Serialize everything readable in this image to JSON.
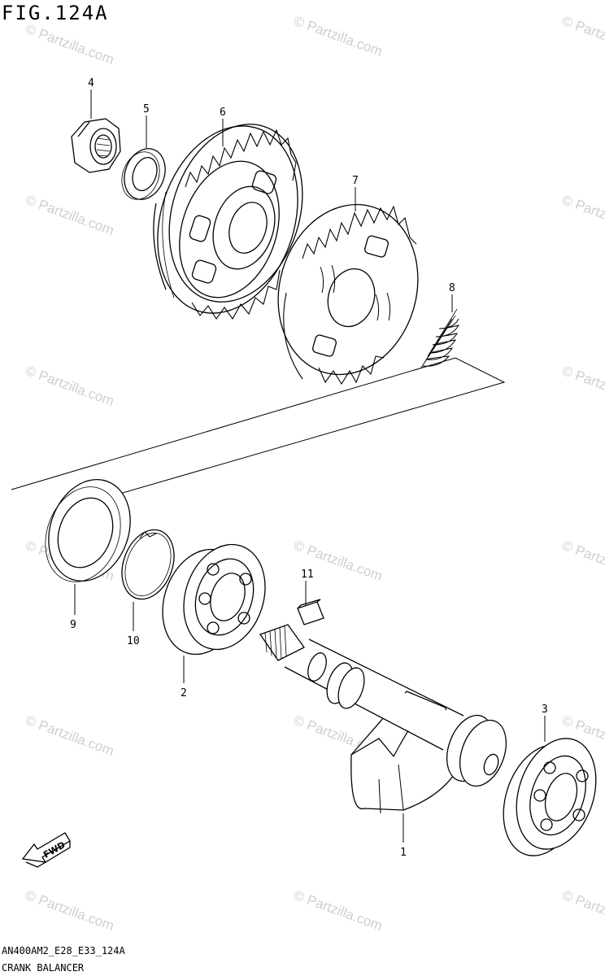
{
  "figure": {
    "title": "FIG.124A",
    "diagram_code": "AN400AM2_E28_E33_124A",
    "diagram_name": "CRANK BALANCER"
  },
  "watermark": "© Partzilla.com",
  "fwd_label": "FWD",
  "callouts": [
    {
      "id": "c4",
      "label": "4"
    },
    {
      "id": "c5",
      "label": "5"
    },
    {
      "id": "c6",
      "label": "6"
    },
    {
      "id": "c7",
      "label": "7"
    },
    {
      "id": "c8",
      "label": "8"
    },
    {
      "id": "c9",
      "label": "9"
    },
    {
      "id": "c10",
      "label": "10"
    },
    {
      "id": "c11",
      "label": "11"
    },
    {
      "id": "c2",
      "label": "2"
    },
    {
      "id": "c3",
      "label": "3"
    },
    {
      "id": "c1",
      "label": "1"
    }
  ]
}
